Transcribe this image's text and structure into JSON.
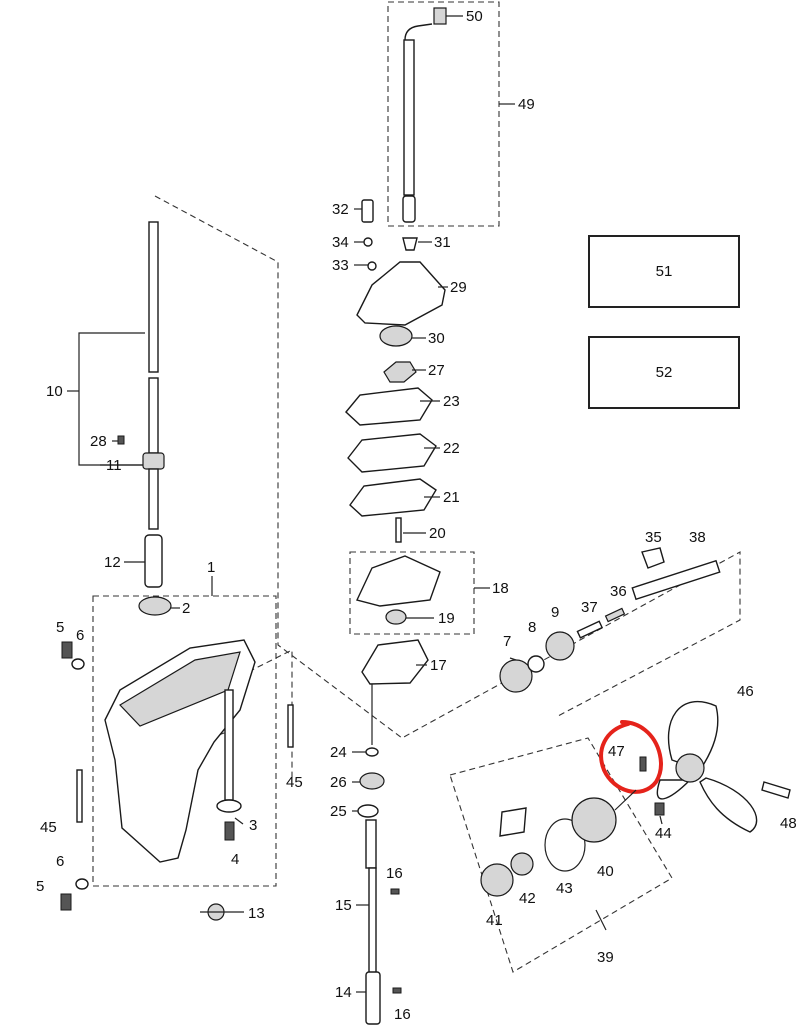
{
  "callouts": {
    "c1": "1",
    "c2": "2",
    "c3": "3",
    "c4": "4",
    "c5a": "5",
    "c5b": "5",
    "c6a": "6",
    "c6b": "6",
    "c7": "7",
    "c8": "8",
    "c9": "9",
    "c10": "10",
    "c11": "11",
    "c12": "12",
    "c13": "13",
    "c14": "14",
    "c15": "15",
    "c16a": "16",
    "c16b": "16",
    "c17": "17",
    "c18": "18",
    "c19": "19",
    "c20": "20",
    "c21": "21",
    "c22": "22",
    "c23": "23",
    "c24": "24",
    "c25": "25",
    "c26": "26",
    "c27": "27",
    "c28": "28",
    "c29": "29",
    "c30": "30",
    "c31": "31",
    "c32": "32",
    "c33": "33",
    "c34": "34",
    "c35": "35",
    "c36": "36",
    "c37": "37",
    "c38": "38",
    "c39": "39",
    "c40": "40",
    "c41": "41",
    "c42": "42",
    "c43": "43",
    "c44": "44",
    "c45a": "45",
    "c45b": "45",
    "c46": "46",
    "c47": "47",
    "c48": "48",
    "c49": "49",
    "c50": "50"
  },
  "boxes": {
    "b51": "51",
    "b52": "52"
  },
  "annotation": {
    "color": "#e5231b",
    "target": "47"
  }
}
